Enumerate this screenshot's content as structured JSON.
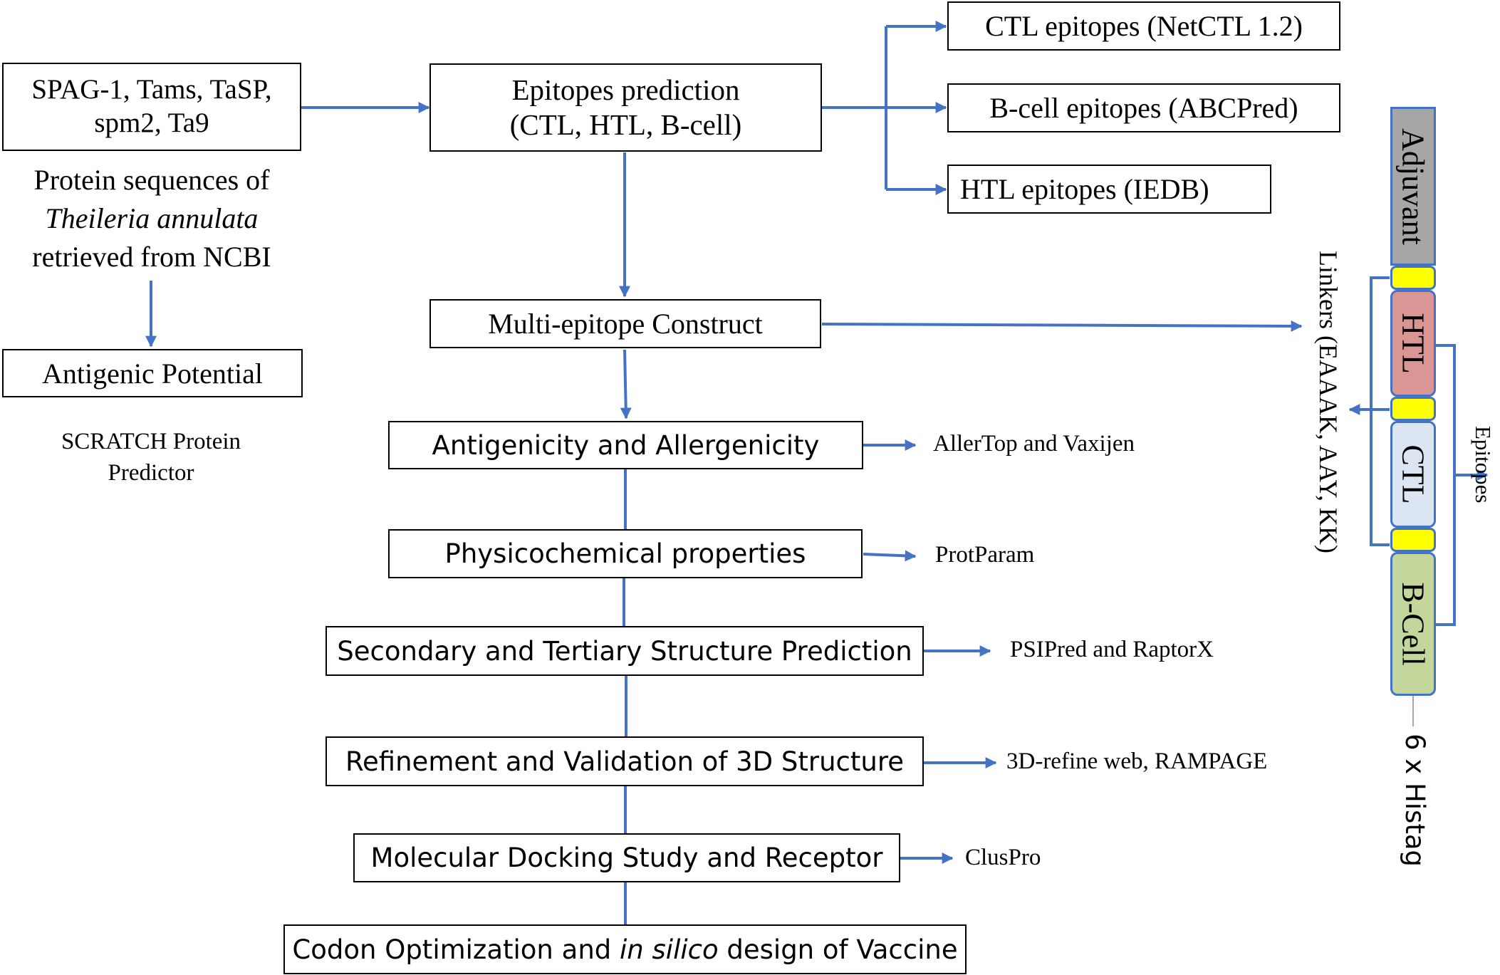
{
  "sources": {
    "proteins_line1": "SPAG-1, Tams, TaSP,",
    "proteins_line2": "spm2, Ta9",
    "desc_line1": "Protein sequences of",
    "desc_line2_italic": "Theileria annulata",
    "desc_line3": "retrieved from NCBI",
    "antigenic_potential": "Antigenic Potential",
    "scratch_line1": "SCRATCH Protein",
    "scratch_line2": "Predictor"
  },
  "prediction": {
    "title_line1": "Epitopes prediction",
    "title_line2": "(CTL, HTL, B-cell)",
    "ctl": "CTL epitopes (NetCTL 1.2)",
    "bcell": "B-cell epitopes (ABCPred)",
    "htl": "HTL epitopes (IEDB)"
  },
  "steps": {
    "construct": "Multi-epitope Construct",
    "antigenicity": "Antigenicity and Allergenicity",
    "physico": "Physicochemical properties",
    "structure": "Secondary and Tertiary Structure Prediction",
    "refinement": "Refinement and Validation of 3D Structure",
    "docking": "Molecular Docking Study and Receptor",
    "codon_pre": "Codon Optimization and ",
    "codon_italic": "in silico",
    "codon_post": " design of Vaccine"
  },
  "tools": {
    "antigenicity": "AllerTop and Vaxijen",
    "physico": "ProtParam",
    "structure": "PSIPred and RaptorX",
    "refinement": "3D-refine web, RAMPAGE",
    "docking": "ClusPro"
  },
  "construct_map": {
    "segments": [
      "Adjuvant",
      "HTL",
      "CTL",
      "B-Cell"
    ],
    "linkers_label": "Linkers (EAAAK, AAY, KK)",
    "epitopes_label": "Epitopes",
    "histag_label": "6 x Histag",
    "colors": {
      "adjuvant": "#a6a6a6",
      "linker": "#ffff00",
      "htl": "#d99694",
      "ctl": "#dce6f2",
      "bcell": "#c3d69b",
      "arrow": "#4472c4"
    }
  }
}
